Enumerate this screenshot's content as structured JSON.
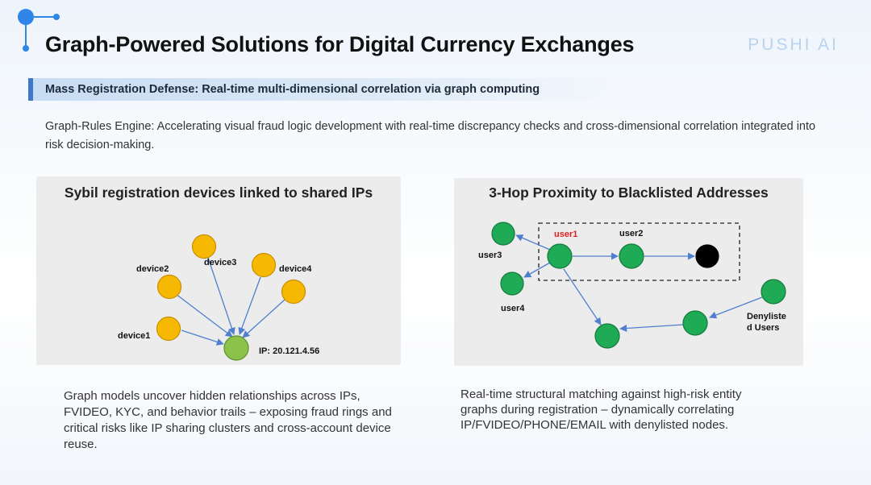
{
  "header": {
    "title": "Graph-Powered Solutions for Digital Currency Exchanges",
    "brand": "PUSHI AI"
  },
  "section": {
    "heading": "Mass Registration Defense: Real-time multi-dimensional correlation via graph computing",
    "description": "Graph-Rules Engine: Accelerating visual fraud logic development with real-time discrepancy checks and cross-dimensional correlation integrated into risk decision-making."
  },
  "left_panel": {
    "title": "Sybil registration devices linked to shared IPs",
    "labels": {
      "device1": "device1",
      "device2": "device2",
      "device3": "device3",
      "device4": "device4",
      "ip": "IP:  20.121.4.56"
    },
    "caption": "Graph models uncover hidden relationships across IPs, FVIDEO, KYC, and behavior trails – exposing fraud rings and critical risks like IP sharing clusters and cross-account device reuse."
  },
  "right_panel": {
    "title": "3-Hop Proximity to Blacklisted Addresses",
    "labels": {
      "user1": "user1",
      "user2": "user2",
      "user3": "user3",
      "user4": "user4",
      "denylist_line1": "Denyliste",
      "denylist_line2": "d Users"
    },
    "caption": "Real-time structural matching against high-risk entity graphs during registration – dynamically correlating IP/FVIDEO/PHONE/EMAIL with denylisted nodes."
  },
  "colors": {
    "device_node": "#f6b800",
    "ip_node": "#8bc34a",
    "user_node": "#1faa55",
    "blacklist_node": "#000000",
    "edge": "#4f7fcf",
    "user1_label": "#e02020"
  }
}
